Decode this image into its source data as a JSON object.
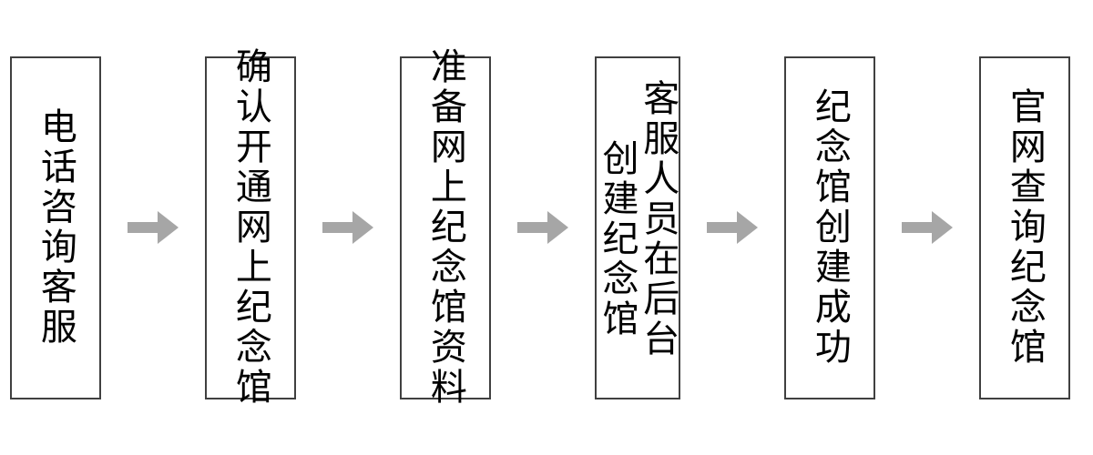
{
  "diagram": {
    "type": "horizontal-flowchart",
    "title": "",
    "orientation": "left-to-right",
    "text_direction": "vertical-rl",
    "colors": {
      "box_border": "#404040",
      "box_fill": "#FFFFFF",
      "text": "#000000",
      "arrow": "#A6A6A6",
      "background": "#FFFFFF"
    },
    "steps": [
      {
        "index": 1,
        "label": "电话咨询客服",
        "columns": [
          "电话咨询客服"
        ]
      },
      {
        "index": 2,
        "label": "确认开通网上纪念馆",
        "columns": [
          "确认开通网上纪念馆"
        ]
      },
      {
        "index": 3,
        "label": "准备网上纪念馆资料",
        "columns": [
          "准备网上纪念馆资料"
        ]
      },
      {
        "index": 4,
        "label": "客服人员在后台创建纪念馆",
        "columns": [
          "客服人员在后台",
          "创建纪念馆"
        ]
      },
      {
        "index": 5,
        "label": "纪念馆创建成功",
        "columns": [
          "纪念馆创建成功"
        ]
      },
      {
        "index": 6,
        "label": "官网查询纪念馆",
        "columns": [
          "官网查询纪念馆"
        ]
      }
    ],
    "connectors": [
      {
        "from": 1,
        "to": 2,
        "icon": "right-arrow-icon"
      },
      {
        "from": 2,
        "to": 3,
        "icon": "right-arrow-icon"
      },
      {
        "from": 3,
        "to": 4,
        "icon": "right-arrow-icon"
      },
      {
        "from": 4,
        "to": 5,
        "icon": "right-arrow-icon"
      },
      {
        "from": 5,
        "to": 6,
        "icon": "right-arrow-icon"
      }
    ]
  }
}
